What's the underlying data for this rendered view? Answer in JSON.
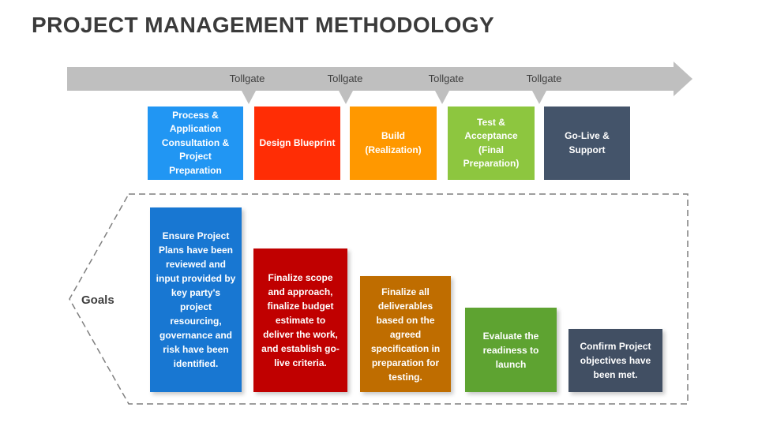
{
  "title": "PROJECT MANAGEMENT METHODOLOGY",
  "timeline": {
    "tollgates": [
      "Tollgate",
      "Tollgate",
      "Tollgate",
      "Tollgate"
    ],
    "arrow_color": "#bfbfbf"
  },
  "phases": [
    {
      "label": "Process & Application Consultation & Project Preparation",
      "color": "#2196f3"
    },
    {
      "label": "Design Blueprint",
      "color": "#ff2d05"
    },
    {
      "label": "Build (Realization)",
      "color": "#ff9800"
    },
    {
      "label": "Test & Acceptance (Final Preparation)",
      "color": "#8dc63f"
    },
    {
      "label": "Go-Live & Support",
      "color": "#44546a"
    }
  ],
  "goals": {
    "label": "Goals",
    "items": [
      {
        "text": "Ensure Project Plans have been reviewed and input provided by key party's project resourcing, governance and risk have been identified.",
        "color": "#1877d2"
      },
      {
        "text": "Finalize scope and approach, finalize budget estimate to deliver the work, and establish go-live criteria.",
        "color": "#c00000"
      },
      {
        "text": "Finalize all deliverables based on the agreed specification in preparation for testing.",
        "color": "#bf6d00"
      },
      {
        "text": "Evaluate the readiness to launch",
        "color": "#5ea331"
      },
      {
        "text": "Confirm Project objectives have been met.",
        "color": "#414f63"
      }
    ]
  }
}
